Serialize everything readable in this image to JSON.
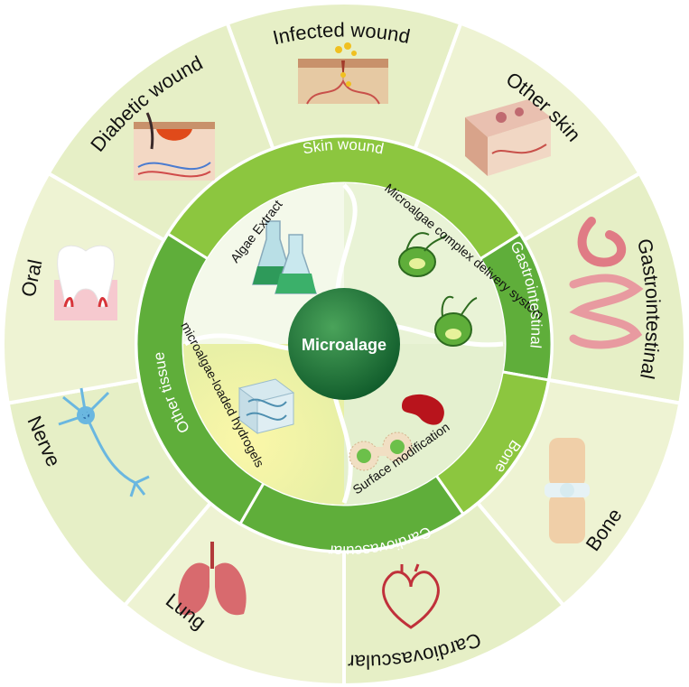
{
  "center": {
    "label": "Microalage"
  },
  "inner": {
    "algae_extract": "Algae Extract",
    "delivery_system": "Microalgae complex delivery system",
    "surface_modification": "Surface modification",
    "hydrogels": "microalgae-loaded hydrogels"
  },
  "ring": {
    "skin_wound": "Skin wound",
    "gastrointestinal": "Gastrointestinal",
    "bone": "Bone",
    "cardiovascular": "Cardiovascular",
    "other_tissue": "Other tissue"
  },
  "outer": {
    "infected_wound": "Infected wound",
    "other_skin": "Other skin",
    "gastrointestinal": "Gastrointestinal",
    "bone": "Bone",
    "cardiovascular": "Cardiovascular",
    "lung": "Lung",
    "nerve": "Nerve",
    "oral": "Oral",
    "diabetic_wound": "Diabetic wound"
  },
  "icons": [
    "wound-skin-icon",
    "skin-block-icon",
    "stomach-intestine-icon",
    "knee-joint-icon",
    "heart-icon",
    "lungs-icon",
    "neuron-icon",
    "tooth-icon",
    "diabetic-skin-icon",
    "flask-icon",
    "algae-cell-icon",
    "hydrogel-cube-icon",
    "red-blood-cell-icon",
    "algae-chain-icon"
  ],
  "colors": {
    "outer_light": "#e6efc6",
    "outer_alt": "#eef3d3",
    "ring_green": "#5fae3a",
    "ring_light_green": "#8cc63f",
    "center_green": "#1e7a3c",
    "divider": "#ffffff"
  }
}
